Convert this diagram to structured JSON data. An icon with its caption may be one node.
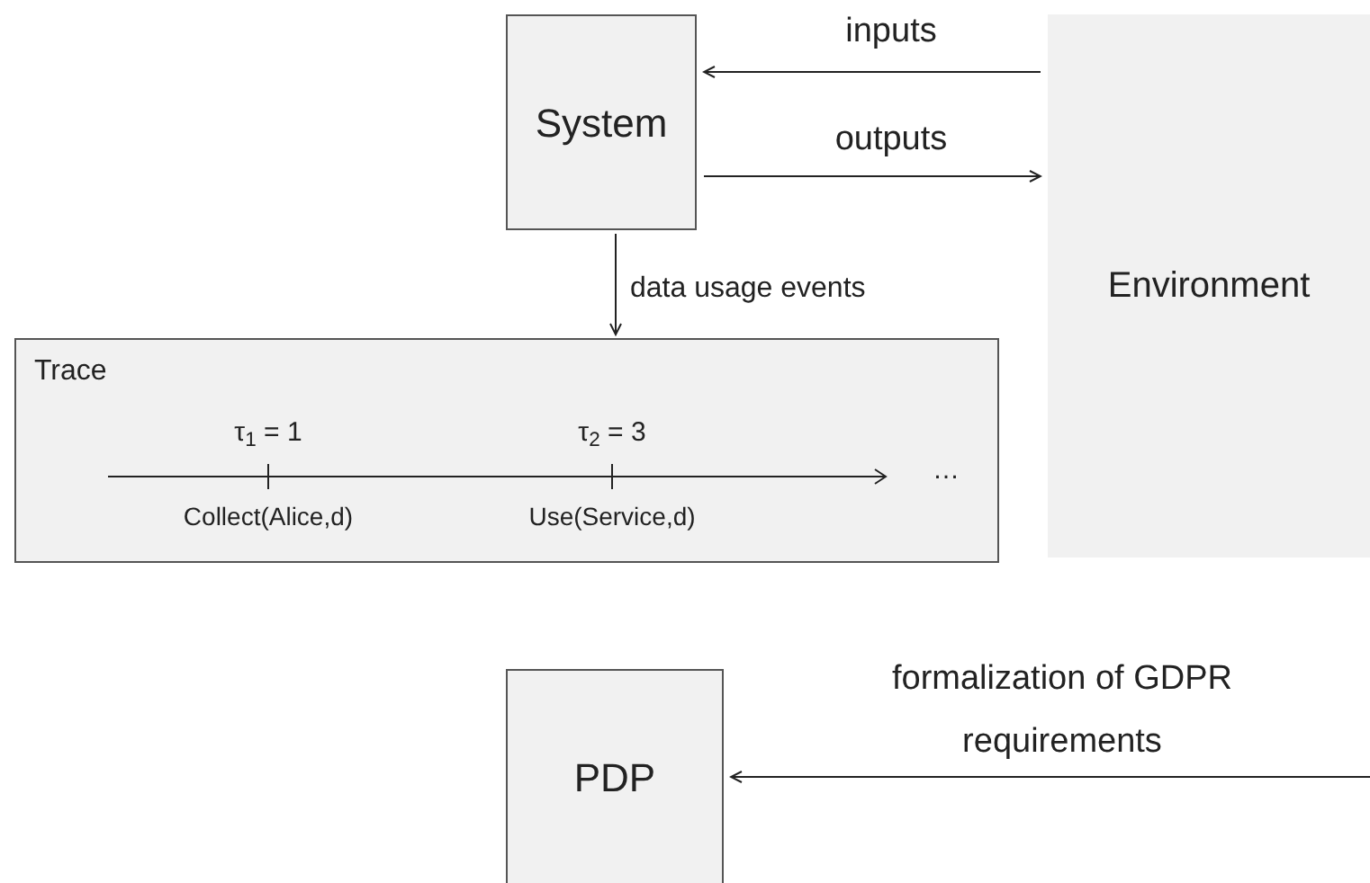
{
  "diagram": {
    "nodes": [
      {
        "text": [
          "System"
        ]
      },
      {
        "text": [
          "Environment"
        ]
      },
      {
        "text": [
          "Trace"
        ]
      },
      {
        "text": [
          "PDP"
        ]
      }
    ],
    "edges": [
      {
        "from": 1,
        "to": 0,
        "arrow": "to",
        "label": "inputs"
      },
      {
        "from": 0,
        "to": 1,
        "arrow": "to",
        "label": "outputs"
      },
      {
        "from": 0,
        "to": 2,
        "arrow": "to",
        "label": "data usage events"
      },
      {
        "from": null,
        "to": 3,
        "arrow": "to",
        "label": "formalization of GDPR requirements"
      }
    ],
    "labels": [
      "τ$_{1}$ = 1",
      "τ$_{2}$ = 3",
      "Collect(Alice,d)",
      "Use(Service,d)",
      "…"
    ]
  }
}
